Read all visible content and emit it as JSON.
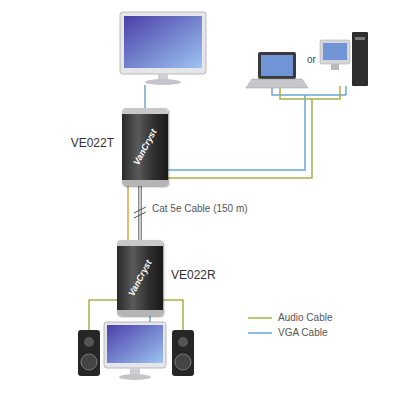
{
  "diagram": {
    "nodes": [
      {
        "text": [
          "VE022T",
          "VanCryst"
        ]
      },
      {
        "text": [
          "VE022R",
          "VanCryst"
        ]
      }
    ],
    "edges": [
      {
        "from": 0,
        "to": 1,
        "arrow": "none",
        "label": "Cat 5e Cable (150 m)"
      }
    ],
    "labels": [
      "or"
    ],
    "legend": [
      {
        "text": "Audio Cable"
      },
      {
        "text": "VGA Cable"
      }
    ]
  }
}
